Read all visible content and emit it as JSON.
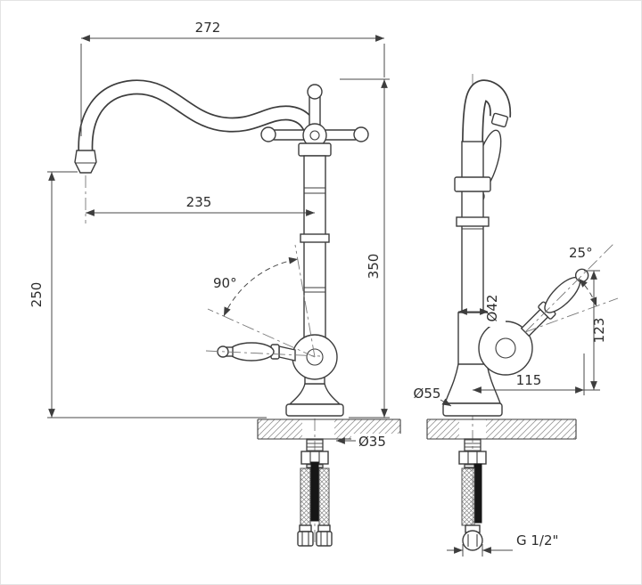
{
  "drawing": {
    "dims": {
      "spout_width": "272",
      "spout_reach": "235",
      "outlet_height": "250",
      "total_height": "350",
      "swivel_angle": "90°",
      "hole_diameter": "Ø35",
      "lever_angle": "25°",
      "lever_height": "123",
      "body_diameter": "Ø42",
      "base_diameter": "Ø55",
      "lever_reach": "115",
      "connection_thread": "G 1/2\""
    },
    "colors": {
      "line": "#3d3d3d",
      "dimension": "#4a4a4a",
      "hatch": "#999999",
      "dark_hose": "#161616"
    }
  }
}
